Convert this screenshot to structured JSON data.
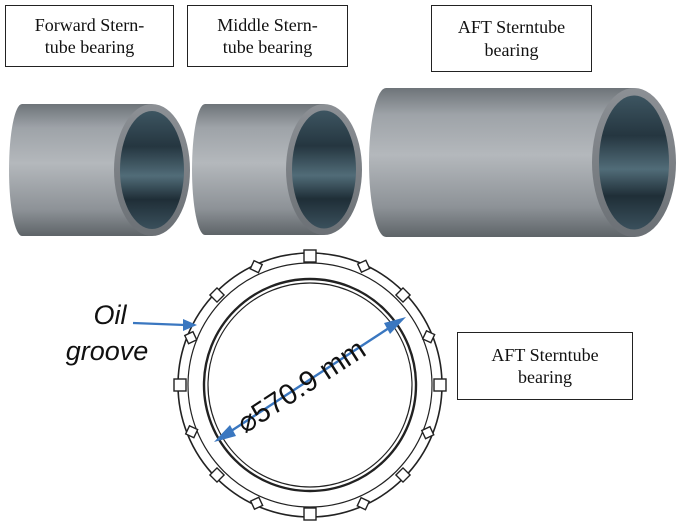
{
  "labels": {
    "forward_line1": "Forward Stern-",
    "forward_line2": "tube bearing",
    "middle_line1": "Middle Stern-",
    "middle_line2": "tube bearing",
    "aft_line1": "AFT Sterntube",
    "aft_line2": "bearing",
    "aft_section_line1": "AFT Sterntube",
    "aft_section_line2": "bearing"
  },
  "annotations": {
    "oil_groove_line1": "Oil",
    "oil_groove_line2": "groove",
    "diameter": "⌀570.9 mm"
  },
  "colors": {
    "tube_body": "#8f9499",
    "tube_inner": "#2c3d47",
    "arrow": "#3a77c0",
    "outline": "#222222"
  }
}
